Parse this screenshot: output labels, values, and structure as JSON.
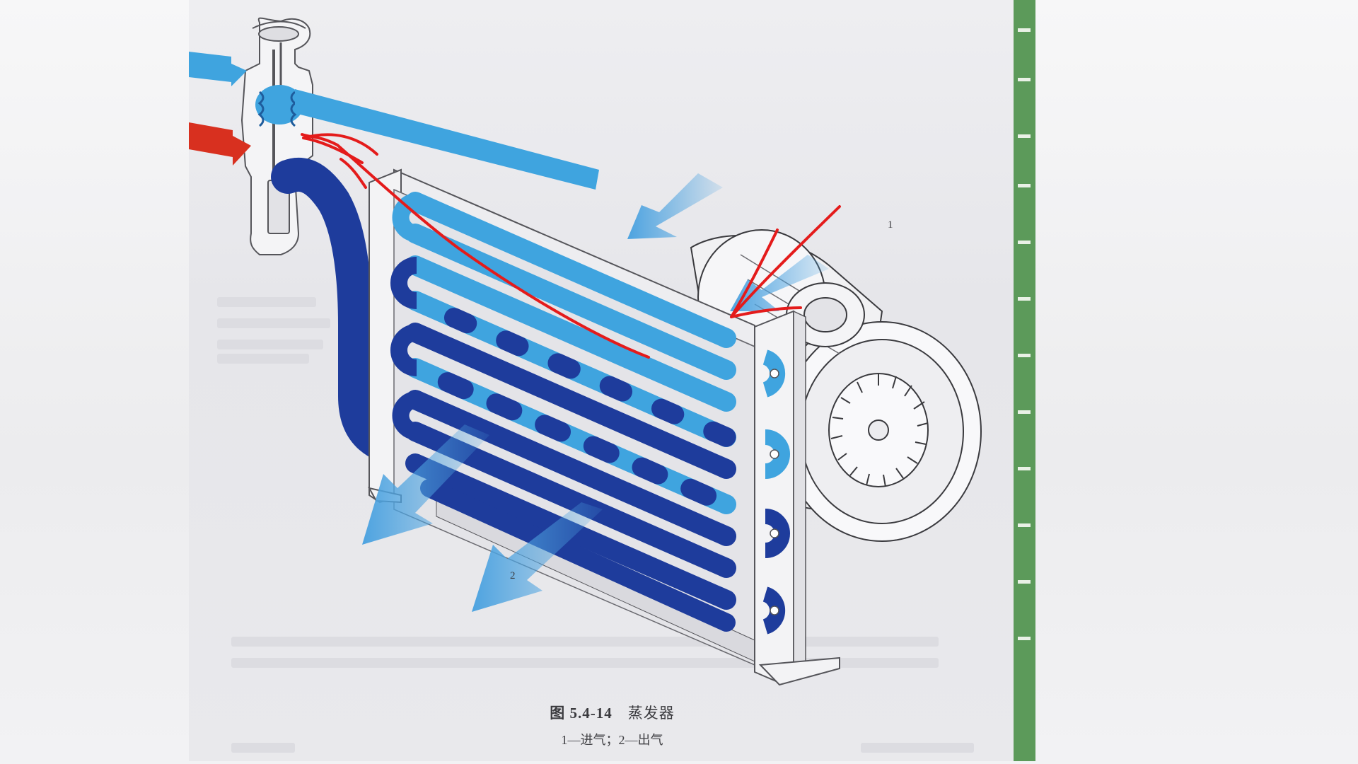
{
  "figure": {
    "caption_number": "图 5.4-14",
    "caption_title": "蒸发器",
    "caption_legend": "1—进气；2—出气",
    "labels": [
      {
        "id": "label-1",
        "text": "1"
      },
      {
        "id": "label-2",
        "text": "2"
      }
    ]
  },
  "colors": {
    "tube_light": "#3fa4df",
    "tube_dark": "#1e3c9c",
    "inlet_refrigerant": "#d8301f",
    "airflow": "#4da3e0",
    "annotation_pen": "#e41b1b",
    "page_edge_green": "#5c9a5a"
  }
}
